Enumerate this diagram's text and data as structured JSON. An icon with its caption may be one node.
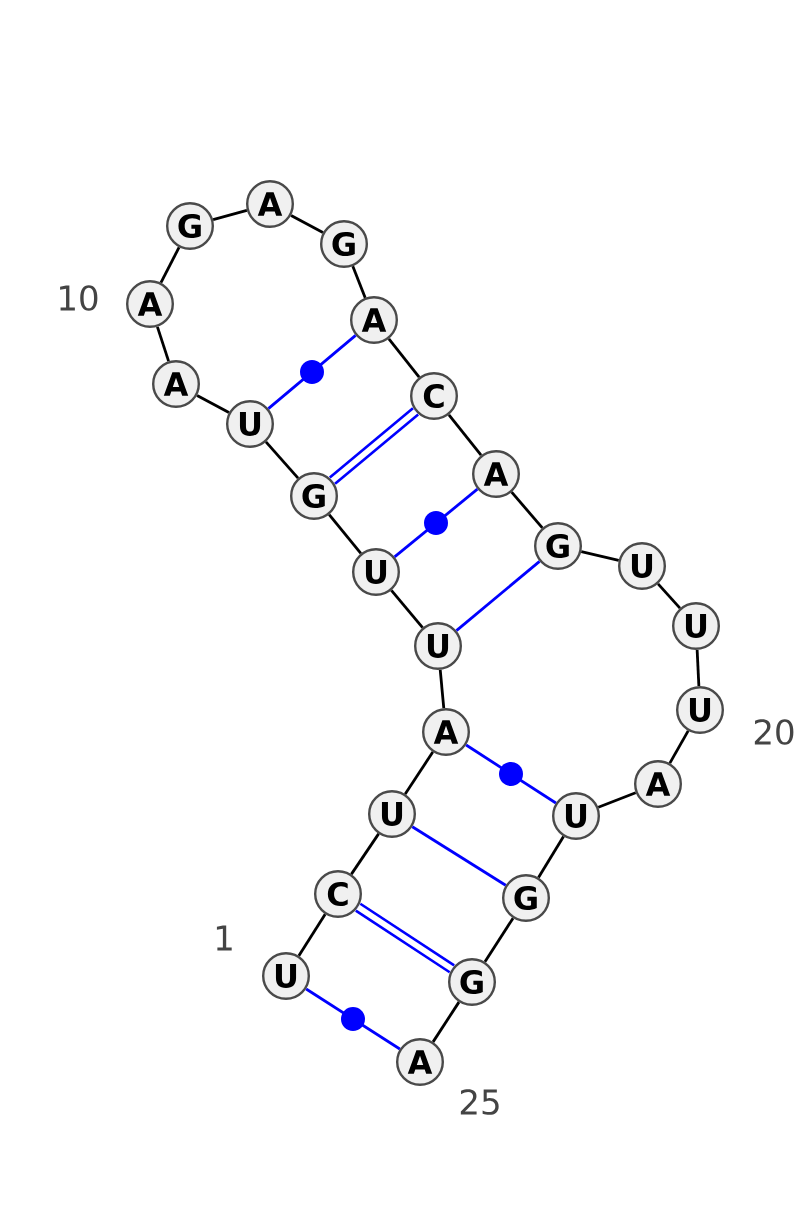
{
  "diagram": {
    "nodes": [
      {
        "text": [
          "U"
        ],
        "beside": [
          "1"
        ]
      },
      {
        "text": [
          "C"
        ]
      },
      {
        "text": [
          "U"
        ]
      },
      {
        "text": [
          "A"
        ]
      },
      {
        "text": [
          "U"
        ]
      },
      {
        "text": [
          "U"
        ]
      },
      {
        "text": [
          "G"
        ]
      },
      {
        "text": [
          "U"
        ]
      },
      {
        "text": [
          "A"
        ]
      },
      {
        "text": [
          "A"
        ],
        "beside": [
          "10"
        ]
      },
      {
        "text": [
          "G"
        ]
      },
      {
        "text": [
          "A"
        ]
      },
      {
        "text": [
          "G"
        ]
      },
      {
        "text": [
          "A"
        ]
      },
      {
        "text": [
          "C"
        ]
      },
      {
        "text": [
          "A"
        ]
      },
      {
        "text": [
          "G"
        ]
      },
      {
        "text": [
          "U"
        ]
      },
      {
        "text": [
          "U"
        ]
      },
      {
        "text": [
          "U"
        ],
        "beside": [
          "20"
        ]
      },
      {
        "text": [
          "A"
        ]
      },
      {
        "text": [
          "U"
        ]
      },
      {
        "text": [
          "G"
        ]
      },
      {
        "text": [
          "G"
        ]
      },
      {
        "text": [
          "A"
        ],
        "beside": [
          "25"
        ]
      }
    ],
    "edges": [
      {
        "from": 0,
        "to": 1,
        "arrow": "none"
      },
      {
        "from": 1,
        "to": 2,
        "arrow": "none"
      },
      {
        "from": 2,
        "to": 3,
        "arrow": "none"
      },
      {
        "from": 3,
        "to": 4,
        "arrow": "none"
      },
      {
        "from": 4,
        "to": 5,
        "arrow": "none"
      },
      {
        "from": 5,
        "to": 6,
        "arrow": "none"
      },
      {
        "from": 6,
        "to": 7,
        "arrow": "none"
      },
      {
        "from": 7,
        "to": 8,
        "arrow": "none"
      },
      {
        "from": 8,
        "to": 9,
        "arrow": "none"
      },
      {
        "from": 9,
        "to": 10,
        "arrow": "none"
      },
      {
        "from": 10,
        "to": 11,
        "arrow": "none"
      },
      {
        "from": 11,
        "to": 12,
        "arrow": "none"
      },
      {
        "from": 12,
        "to": 13,
        "arrow": "none"
      },
      {
        "from": 13,
        "to": 14,
        "arrow": "none"
      },
      {
        "from": 14,
        "to": 15,
        "arrow": "none"
      },
      {
        "from": 15,
        "to": 16,
        "arrow": "none"
      },
      {
        "from": 16,
        "to": 17,
        "arrow": "none"
      },
      {
        "from": 17,
        "to": 18,
        "arrow": "none"
      },
      {
        "from": 18,
        "to": 19,
        "arrow": "none"
      },
      {
        "from": 19,
        "to": 20,
        "arrow": "none"
      },
      {
        "from": 20,
        "to": 21,
        "arrow": "none"
      },
      {
        "from": 21,
        "to": 22,
        "arrow": "none"
      },
      {
        "from": 22,
        "to": 23,
        "arrow": "none"
      },
      {
        "from": 23,
        "to": 24,
        "arrow": "none"
      },
      {
        "from": 0,
        "to": 24,
        "arrow": "none",
        "color": "#0000ff"
      },
      {
        "from": 1,
        "to": 23,
        "arrow": "none",
        "style": "thick",
        "color": "#0000ff"
      },
      {
        "from": 2,
        "to": 22,
        "arrow": "none",
        "color": "#0000ff"
      },
      {
        "from": 3,
        "to": 21,
        "arrow": "none",
        "color": "#0000ff"
      },
      {
        "from": 4,
        "to": 16,
        "arrow": "none",
        "color": "#0000ff"
      },
      {
        "from": 5,
        "to": 15,
        "arrow": "none",
        "color": "#0000ff"
      },
      {
        "from": 6,
        "to": 14,
        "arrow": "none",
        "style": "thick",
        "color": "#0000ff"
      },
      {
        "from": 7,
        "to": 13,
        "arrow": "none",
        "color": "#0000ff"
      }
    ]
  }
}
